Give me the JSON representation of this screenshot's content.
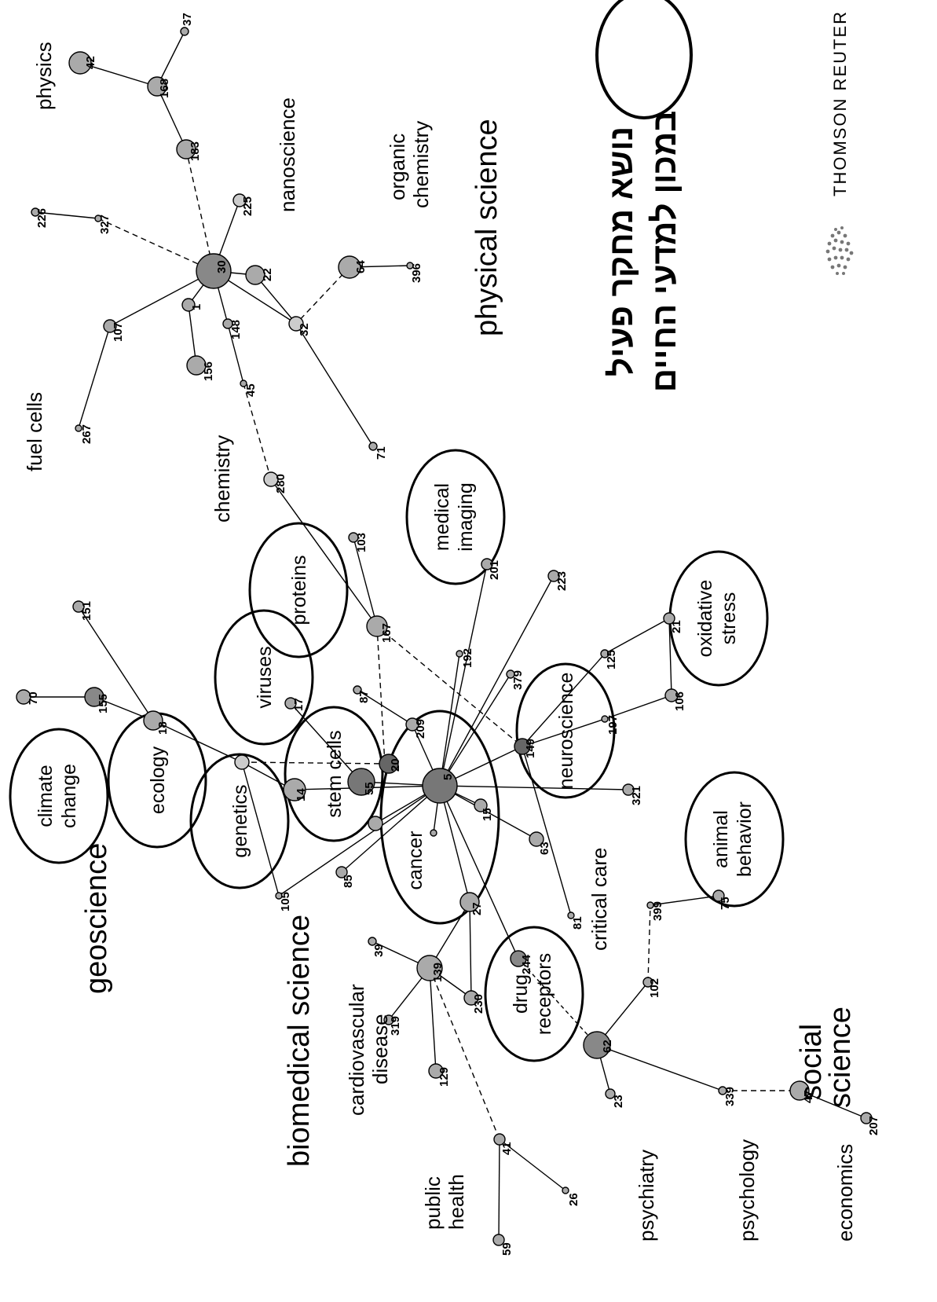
{
  "legend": {
    "line1": "נושא מחקר פעיל",
    "line2": "במכון למדעי החיים"
  },
  "brand": {
    "name": "THOMSON REUTER"
  },
  "regions": {
    "physical": "physical science",
    "biomedical": "biomedical science",
    "geoscience": "geoscience",
    "social_line1": "social",
    "social_line2": "science"
  },
  "fields": {
    "physics": "physics",
    "nanoscience": "nanoscience",
    "organic1": "organic",
    "organic2": "chemistry",
    "fuel_cells": "fuel cells",
    "chemistry": "chemistry",
    "critical_care": "critical care",
    "cardio1": "cardiovascular",
    "cardio2": "disease",
    "public1": "public",
    "public2": "health",
    "psychiatry": "psychiatry",
    "psychology": "psychology",
    "economics": "economics"
  },
  "topics": {
    "climate1": "climate",
    "climate2": "change",
    "ecology": "ecology",
    "genetics": "genetics",
    "stemcells": "stem cells",
    "viruses": "viruses",
    "proteins": "proteins",
    "imaging1": "medical",
    "imaging2": "imaging",
    "oxidative1": "oxidative",
    "oxidative2": "stress",
    "neuroscience": "neuroscience",
    "animal1": "animal",
    "animal2": "behavior",
    "cancer": "cancer",
    "drug1": "drug",
    "drug2": "receptors"
  },
  "nodes": {
    "n37": "37",
    "n42": "42",
    "n168": "168",
    "n183": "183",
    "n226": "226",
    "n327": "327",
    "n225": "225",
    "n30": "30",
    "n22": "22",
    "n64": "64",
    "n396": "396",
    "n107": "107",
    "n1": "1",
    "n148": "148",
    "n32": "32",
    "n156": "156",
    "n45": "45",
    "n267": "267",
    "n71": "71",
    "n280": "280",
    "n103": "103",
    "n201": "201",
    "n223": "223",
    "n167": "167",
    "n151": "151",
    "n70": "70",
    "n155": "155",
    "n18": "18",
    "n17": "17",
    "n87": "87",
    "n192": "192",
    "n379": "379",
    "n125": "125",
    "n21": "21",
    "n209": "209",
    "n20": "20",
    "n14": "14",
    "n5": "5",
    "n55": "55",
    "n15": "15",
    "n149": "149",
    "n197": "197",
    "n106": "106",
    "n321": "321",
    "n105": "105",
    "n85": "85",
    "n63": "63",
    "n81": "81",
    "n399": "399",
    "n75": "75",
    "n27": "27",
    "n139": "139",
    "n39": "39",
    "n244": "244",
    "n230": "230",
    "n319": "319",
    "n129": "129",
    "n102": "102",
    "n62": "62",
    "n23": "23",
    "n339": "339",
    "n47": "47",
    "n207": "207",
    "n41": "41",
    "n26": "26",
    "n59": "59"
  }
}
